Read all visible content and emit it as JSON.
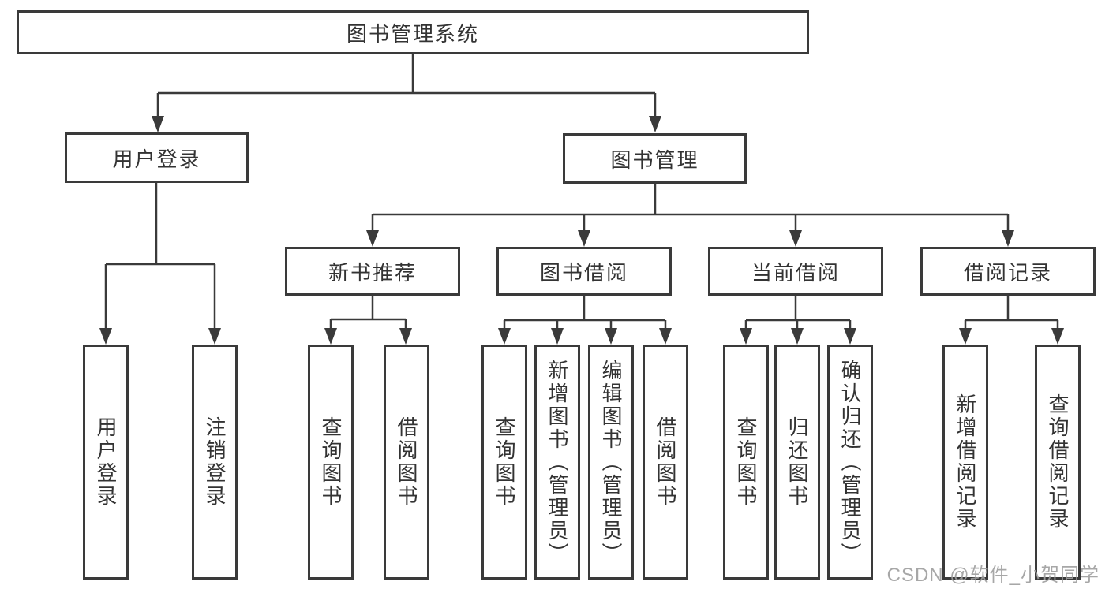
{
  "title": "图书管理系统",
  "login_branch": {
    "label": "用户登录",
    "leaves": [
      "用户登录",
      "注销登录"
    ]
  },
  "management_branch": {
    "label": "图书管理",
    "modules": [
      {
        "label": "新书推荐",
        "leaves": [
          "查询图书",
          "借阅图书"
        ]
      },
      {
        "label": "图书借阅",
        "leaves": [
          "查询图书",
          "新增图书（管理员）",
          "编辑图书（管理员）",
          "借阅图书"
        ]
      },
      {
        "label": "当前借阅",
        "leaves": [
          "查询图书",
          "归还图书",
          "确认归还（管理员）"
        ]
      },
      {
        "label": "借阅记录",
        "leaves": [
          "新增借阅记录",
          "查询借阅记录"
        ]
      }
    ]
  },
  "watermark": "CSDN @软件_小贺同学",
  "colors": {
    "line": "#3a3a3a",
    "text": "#333333",
    "watermark": "#9e9e9e",
    "bg": "#ffffff"
  }
}
